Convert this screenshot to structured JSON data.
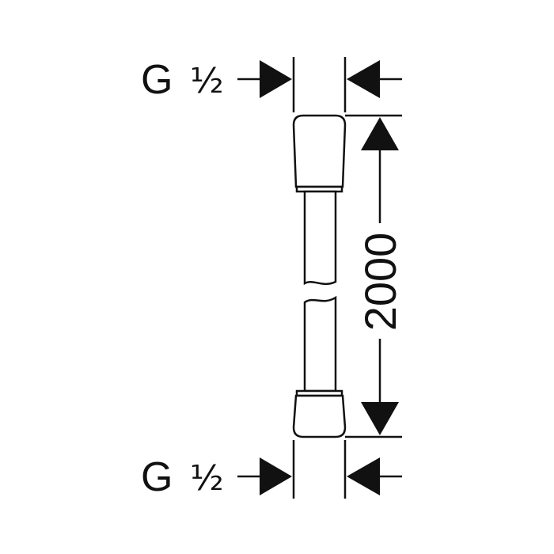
{
  "connector_top": {
    "letter": "G",
    "size": "½"
  },
  "connector_bottom": {
    "letter": "G",
    "size": "½"
  },
  "length_dimension": "2000",
  "colors": {
    "ink": "#111111",
    "background": "#ffffff"
  }
}
